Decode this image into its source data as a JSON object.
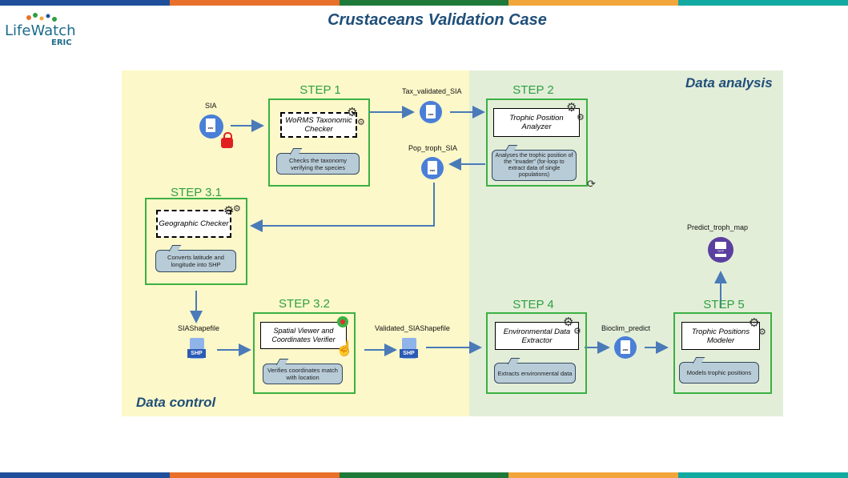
{
  "title": "Crustaceans Validation Case",
  "logo": {
    "text": "LifeWatch",
    "sub": "ERIC"
  },
  "zones": {
    "analysis": "Data analysis",
    "control": "Data control"
  },
  "steps": {
    "s1": {
      "label": "STEP 1",
      "inner": "WoRMS Taxonomic Checker",
      "note": "Checks the taxonomy verifying the species"
    },
    "s2": {
      "label": "STEP 2",
      "inner": "Trophic Position Analyzer",
      "note": "Analyses the trophic position of the \"invader\" (for-loop to extract data of single populations)"
    },
    "s31": {
      "label": "STEP 3.1",
      "inner": "Geographic Checker",
      "note": "Converts latitude and longitude into SHP"
    },
    "s32": {
      "label": "STEP 3.2",
      "inner": "Spatial Viewer and Coordinates Verifier",
      "note": "Verifies coordinates match with location"
    },
    "s4": {
      "label": "STEP 4",
      "inner": "Environmental Data Extractor",
      "note": "Extracts environmental data"
    },
    "s5": {
      "label": "STEP 5",
      "inner": "Trophic Positions Modeler",
      "note": "Models trophic positions"
    }
  },
  "files": {
    "sia": "SIA",
    "tax": "Tax_validated_SIA",
    "pop": "Pop_troph_SIA",
    "siashp": "SIAShapefile",
    "valshp": "Validated_SIAShapefile",
    "bioclim": "Bioclim_predict",
    "map": "Predict_troph_map"
  },
  "file_types": {
    "csv": "csv",
    "shp": "SHP",
    "tiff": "TIFF"
  },
  "colors": {
    "control_bg": "#fdf8c9",
    "analysis_bg": "#e3eed8",
    "step_green": "#2ea043",
    "title_blue": "#1f4e79",
    "file_blue": "#4a7fd8",
    "tiff_purple": "#5b3fa0"
  },
  "stripe_colors": [
    "#1f4e9a",
    "#e8702a",
    "#1f7a3a",
    "#f2a53a",
    "#12a9a1"
  ],
  "icons": [
    "lock-icon",
    "gear-icon",
    "map-pin-icon",
    "pointer-hand-icon",
    "refresh-icon",
    "csv-file-icon",
    "shp-file-icon",
    "tiff-file-icon"
  ]
}
